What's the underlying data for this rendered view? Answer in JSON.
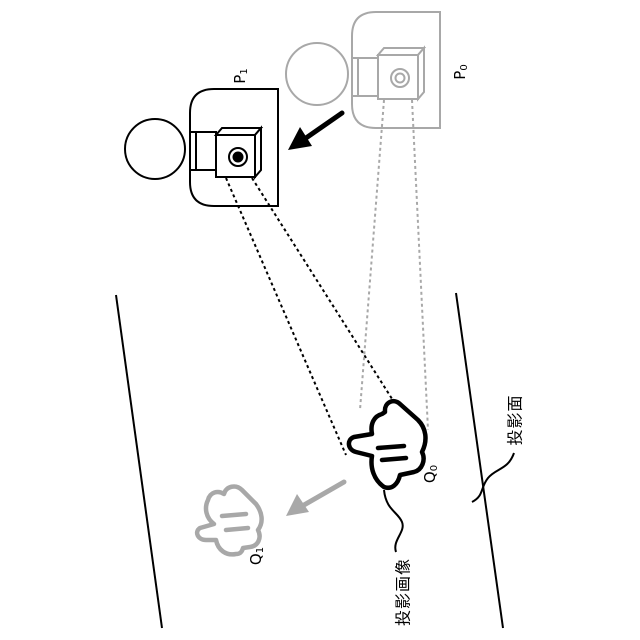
{
  "labels": {
    "p1": "P",
    "p1_sub": "1",
    "p0": "P",
    "p0_sub": "0",
    "q0": "Q",
    "q0_sub": "0",
    "q1": "Q",
    "q1_sub": "1",
    "projected_image": "投影画像",
    "projection_surface": "投影面"
  },
  "colors": {
    "current": "#000000",
    "previous": "#a8a8a8",
    "background": "#ffffff"
  }
}
